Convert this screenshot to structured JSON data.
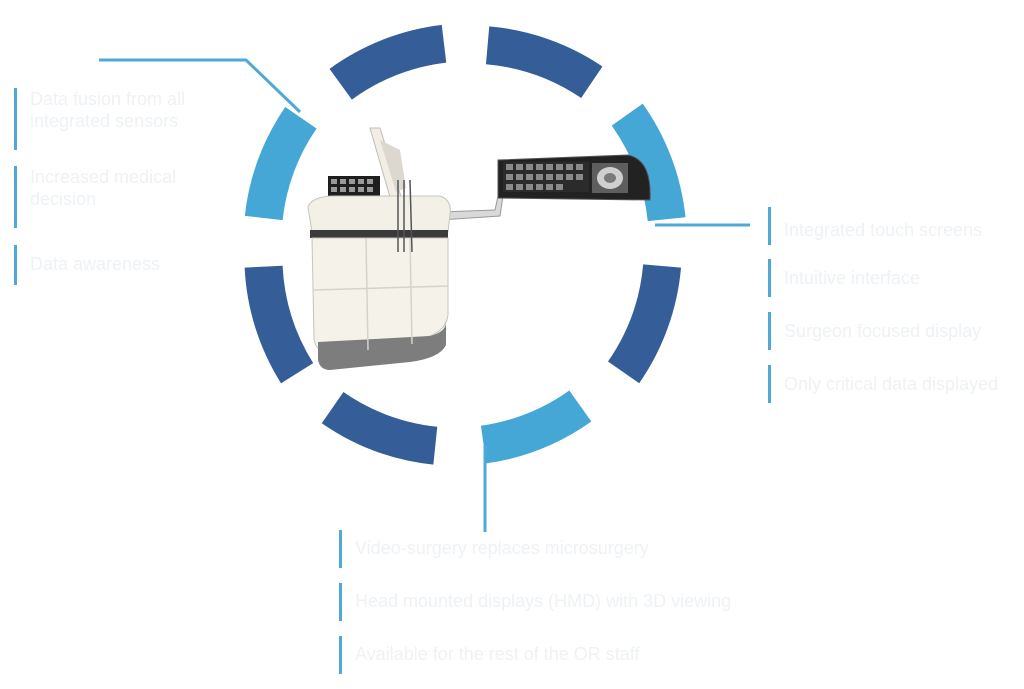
{
  "colors": {
    "dark_blue": "#355d98",
    "light_blue": "#45a7d6",
    "accent_line": "#4fa8d8",
    "feature_text": "#eef2f5"
  },
  "left_features": [
    "Data fusion from all integrated sensors",
    "Increased medical decision",
    "Data awareness"
  ],
  "right_features": [
    "Integrated touch screens",
    "Intuitive interface",
    "Surgeon focused display",
    "Only critical data displayed"
  ],
  "bottom_features": [
    "Video-surgery replaces microsurgery",
    "Head mounted displays (HMD) with 3D viewing",
    "Available for the rest of the OR staff"
  ],
  "illustration": {
    "subject": "surgical console with monitors",
    "icons": [
      "console-icon",
      "monitor-arm-icon"
    ]
  }
}
